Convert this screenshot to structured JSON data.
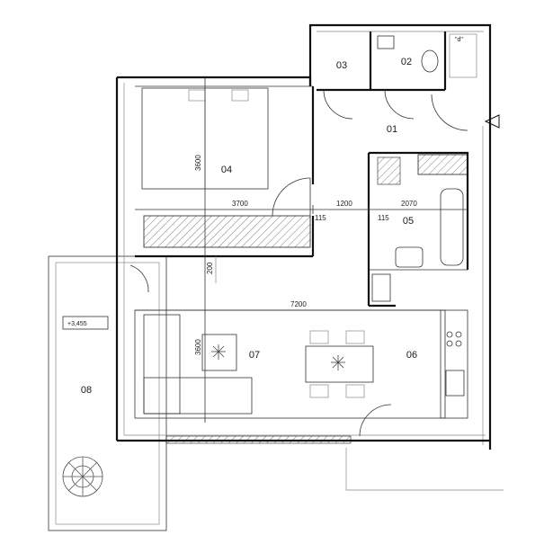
{
  "rooms": {
    "r01": "01",
    "r02": "02",
    "r03": "03",
    "r04": "04",
    "r05": "05",
    "r06": "06",
    "r07": "07",
    "r08": "08"
  },
  "dimensions": {
    "d3700": "3700",
    "d1200": "1200",
    "d2070": "2070",
    "d3600a": "3600",
    "d3600b": "3600",
    "d7200": "7200",
    "d115a": "115",
    "d115b": "115",
    "d200": "200"
  },
  "markers": {
    "level": "+3,455",
    "wc_door": "\"d\""
  }
}
